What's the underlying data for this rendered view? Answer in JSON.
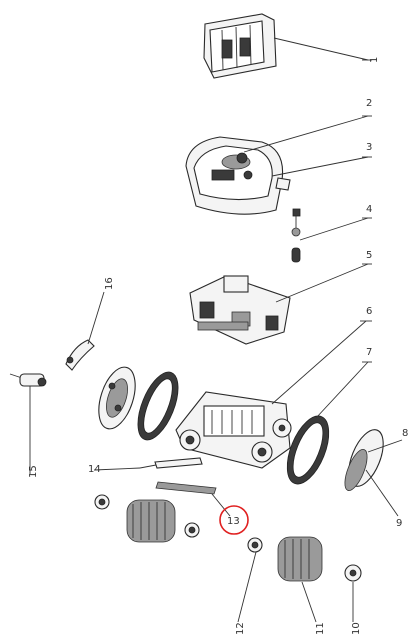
{
  "parts": [
    {
      "number": "1"
    },
    {
      "number": "2"
    },
    {
      "number": "3"
    },
    {
      "number": "4"
    },
    {
      "number": "5"
    },
    {
      "number": "6"
    },
    {
      "number": "7"
    },
    {
      "number": "8"
    },
    {
      "number": "9"
    },
    {
      "number": "10"
    },
    {
      "number": "11"
    },
    {
      "number": "12"
    },
    {
      "number": "13"
    },
    {
      "number": "14"
    },
    {
      "number": "15"
    },
    {
      "number": "16"
    }
  ],
  "highlight": {
    "part": "13",
    "color": "#e02020"
  }
}
